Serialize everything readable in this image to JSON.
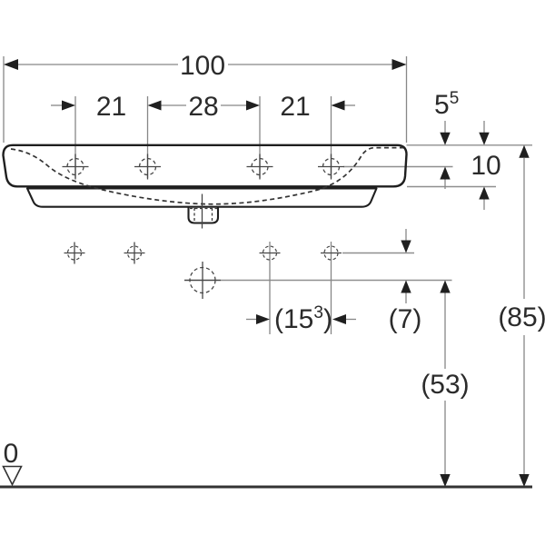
{
  "drawing": {
    "title": "washbasin-front-elevation-dimension-drawing",
    "dimensions": {
      "overall_width": "100",
      "tap_spacing_left": "21",
      "tap_spacing_center": "28",
      "tap_spacing_right": "21",
      "rim_to_taphole_main": "5",
      "rim_to_taphole_sup": "5",
      "front_apron_height": "10",
      "outlet_offset_open": "(15",
      "outlet_offset_sup": "3",
      "outlet_offset_close": ")",
      "hole_row_offset": "(7)",
      "outlet_height": "(53)",
      "rim_height": "(85)",
      "datum_level": "0"
    },
    "colors": {
      "background": "#ffffff",
      "outline": "#1f1f1f",
      "dimension_line": "#878787",
      "centerline": "#474747",
      "text": "#2b2b2b",
      "ground": "#333333"
    }
  }
}
